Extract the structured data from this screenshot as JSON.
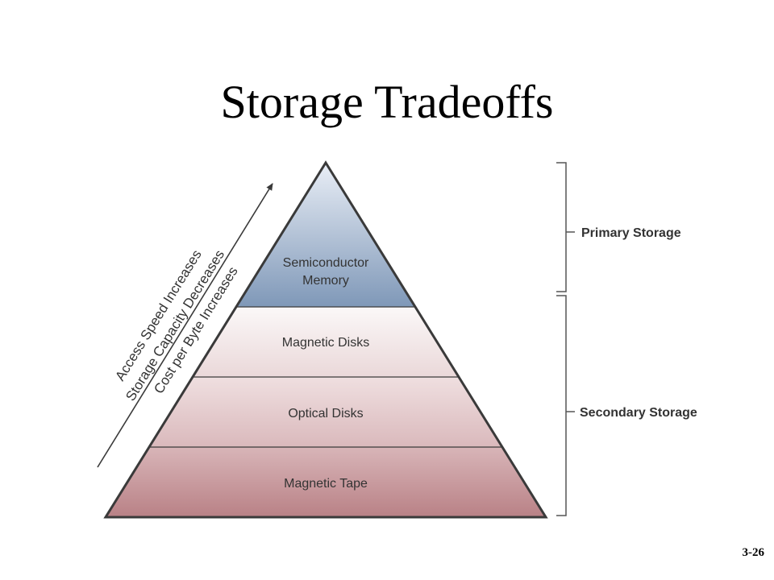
{
  "title": "Storage Tradeoffs",
  "layers": [
    {
      "label_line1": "Semiconductor",
      "label_line2": "Memory",
      "color_top": "#e9eef6",
      "color_bottom": "#7f98b8"
    },
    {
      "label": "Magnetic Disks",
      "color_top": "#fbf8f8",
      "color_bottom": "#ead8d9"
    },
    {
      "label": "Optical Disks",
      "color_top": "#efdfe0",
      "color_bottom": "#dab9bc"
    },
    {
      "label": "Magnetic Tape",
      "color_top": "#d8b5b8",
      "color_bottom": "#b98186"
    }
  ],
  "brackets": {
    "primary": "Primary Storage",
    "secondary": "Secondary Storage"
  },
  "axis_labels": [
    "Access Speed Increases",
    "Storage Capacity Decreases",
    "Cost per Byte Increases"
  ],
  "slide_number": "3-26",
  "colors": {
    "line": "#3a3a3a",
    "bracket": "#555555"
  }
}
